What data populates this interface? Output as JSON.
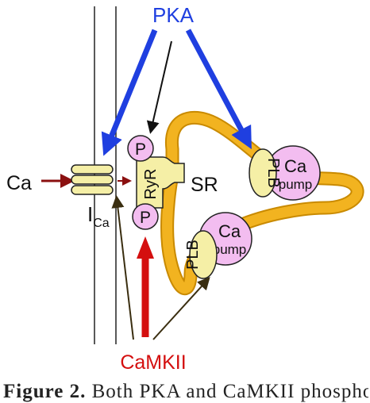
{
  "labels": {
    "pka": "PKA",
    "ca": "Ca",
    "i_ca_main": "I",
    "i_ca_sub": "Ca",
    "p_top": "P",
    "p_bottom": "P",
    "ryr": "RyR",
    "sr": "SR",
    "plb_upper": "PLB",
    "pump_upper_ca": "Ca",
    "pump_upper_word": "pump",
    "plb_lower": "PLB",
    "pump_lower_ca": "Ca",
    "pump_lower_word": "pump",
    "camkii": "CaMKII"
  },
  "caption": {
    "figure_label": "Figure 2.",
    "text": "Both PKA and CaMKII phosphor"
  },
  "colors": {
    "pka": "#1f3fe0",
    "camkii": "#d40f0f",
    "ca_arrow": "#8b1010",
    "sr_membrane": "#f2b320",
    "sr_outline": "#c98a00",
    "channel": "#f5efa6",
    "phospho": "#f3bdf0",
    "pump": "#f3bdf0",
    "plb": "#f5efa6",
    "camkii_arrow_thin": "#3a2e10"
  }
}
